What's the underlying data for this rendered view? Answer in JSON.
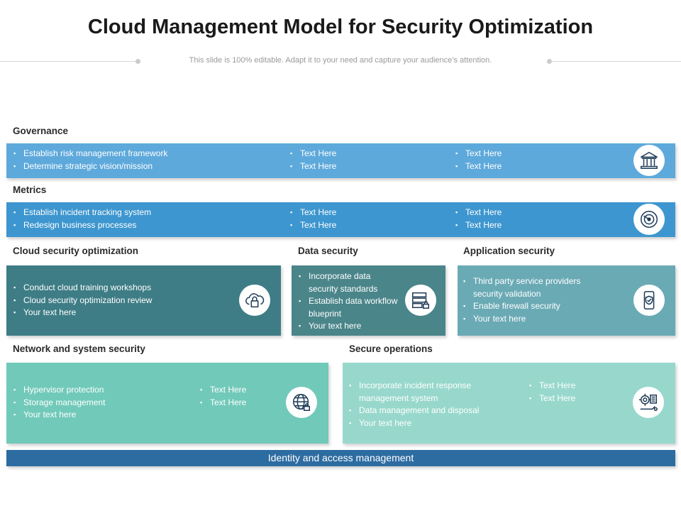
{
  "header": {
    "title": "Cloud Management Model for Security Optimization",
    "subtitle": "This slide is 100% editable. Adapt it to your need and capture your audience’s attention."
  },
  "colors": {
    "governance": "#5ea9db",
    "metrics": "#3d96cf",
    "cloud_security": "#3e7d86",
    "data_security": "#4a858a",
    "application_security": "#6aaab5",
    "network_security": "#71c9b9",
    "secure_operations": "#98d8cc",
    "identity": "#2d6ca1"
  },
  "governance": {
    "label": "Governance",
    "col1": [
      "Establish risk management framework",
      " Determine strategic vision/mission"
    ],
    "col2": [
      "Text Here",
      "Text Here"
    ],
    "col3": [
      "Text Here",
      "Text Here"
    ],
    "icon": "bank-building-icon"
  },
  "metrics": {
    "label": "Metrics",
    "col1": [
      "Establish incident tracking system",
      "Redesign business processes"
    ],
    "col2": [
      "Text Here",
      "Text Here"
    ],
    "col3": [
      "Text Here",
      "Text Here"
    ],
    "icon": "gauge-dial-icon"
  },
  "cloud_security": {
    "label": "Cloud security optimization",
    "items": [
      "Conduct cloud training workshops",
      "Cloud security optimization review",
      "Your text here"
    ],
    "icon": "cloud-lock-icon"
  },
  "data_security": {
    "label": "Data security",
    "items": [
      "Incorporate data security standards",
      "Establish data workflow blueprint",
      "Your text here"
    ],
    "icon": "server-lock-icon"
  },
  "application_security": {
    "label": "Application security",
    "items": [
      "Third party service providers security validation",
      "Enable firewall security",
      "Your text here"
    ],
    "icon": "mobile-shield-icon"
  },
  "network_security": {
    "label": "Network and system security",
    "col1": [
      "Hypervisor protection",
      "Storage management",
      "Your text here"
    ],
    "col2": [
      "Text Here",
      "Text Here"
    ],
    "icon": "globe-lock-icon"
  },
  "secure_operations": {
    "label": "Secure operations",
    "col1": [
      "Incorporate incident response management system",
      "Data management and disposal",
      "Your text here"
    ],
    "col2": [
      "Text Here",
      "Text Here"
    ],
    "icon": "gear-circuit-icon"
  },
  "identity": {
    "label": "Identity and access management"
  }
}
